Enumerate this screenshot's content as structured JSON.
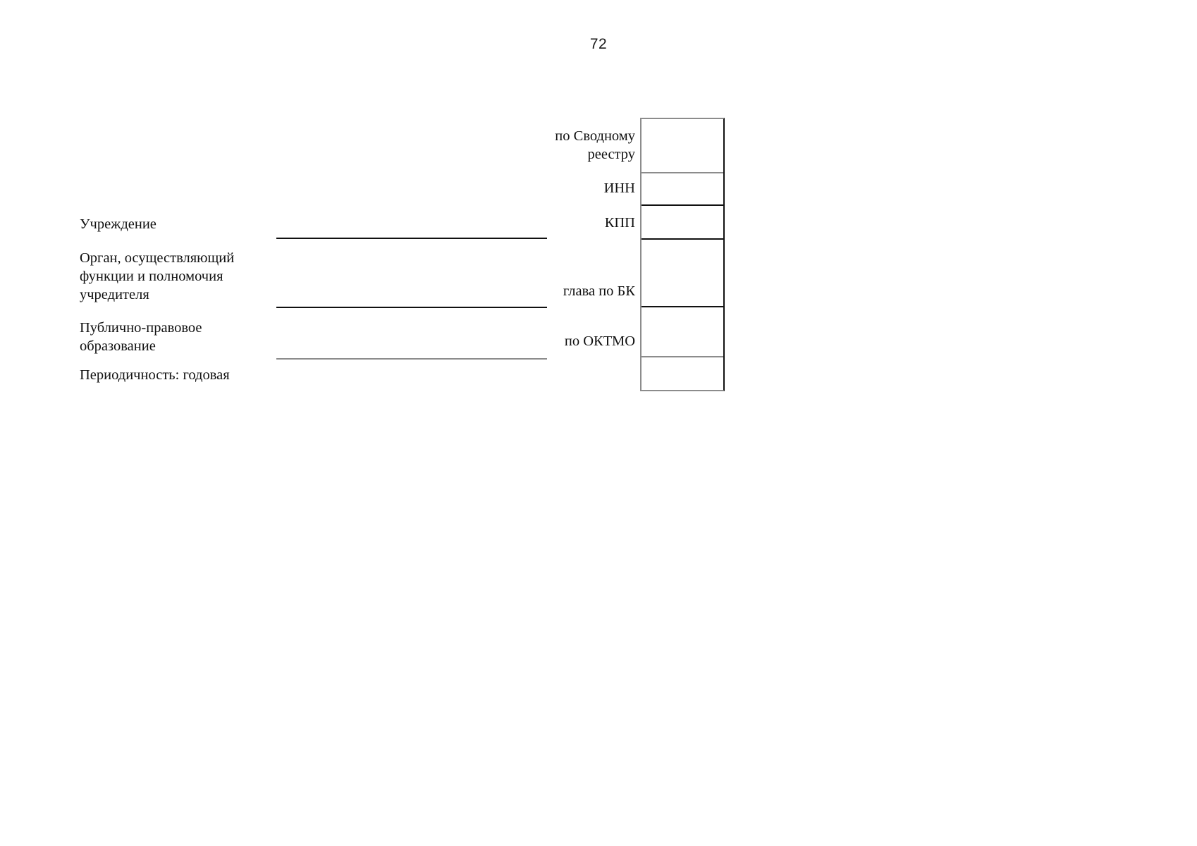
{
  "document": {
    "page_number": "72",
    "periodicity_line": "Периодичность: годовая"
  },
  "form_fields": [
    {
      "key": "institution",
      "label": "Учреждение",
      "value": ""
    },
    {
      "key": "founder_body",
      "label": "Орган, осуществляющий\nфункции и полномочия\nучредителя",
      "value": ""
    },
    {
      "key": "public_legal_entity",
      "label": "Публично-правовое\nобразование",
      "value": ""
    }
  ],
  "code_block": {
    "rows": [
      {
        "key": "svodnyi_reestr",
        "caption": "по Сводному\nреестру",
        "value": ""
      },
      {
        "key": "inn",
        "caption": "ИНН",
        "value": ""
      },
      {
        "key": "kpp",
        "caption": "КПП",
        "value": ""
      },
      {
        "key": "glava_po_bk",
        "caption": "глава по БК",
        "value": ""
      },
      {
        "key": "oktmo",
        "caption": "по ОКТМО",
        "value": ""
      },
      {
        "key": "extra",
        "caption": "",
        "value": ""
      }
    ]
  },
  "colors": {
    "text": "#111111",
    "rule_dark": "#111111",
    "rule_light": "#8c8c8c",
    "background": "#ffffff"
  }
}
